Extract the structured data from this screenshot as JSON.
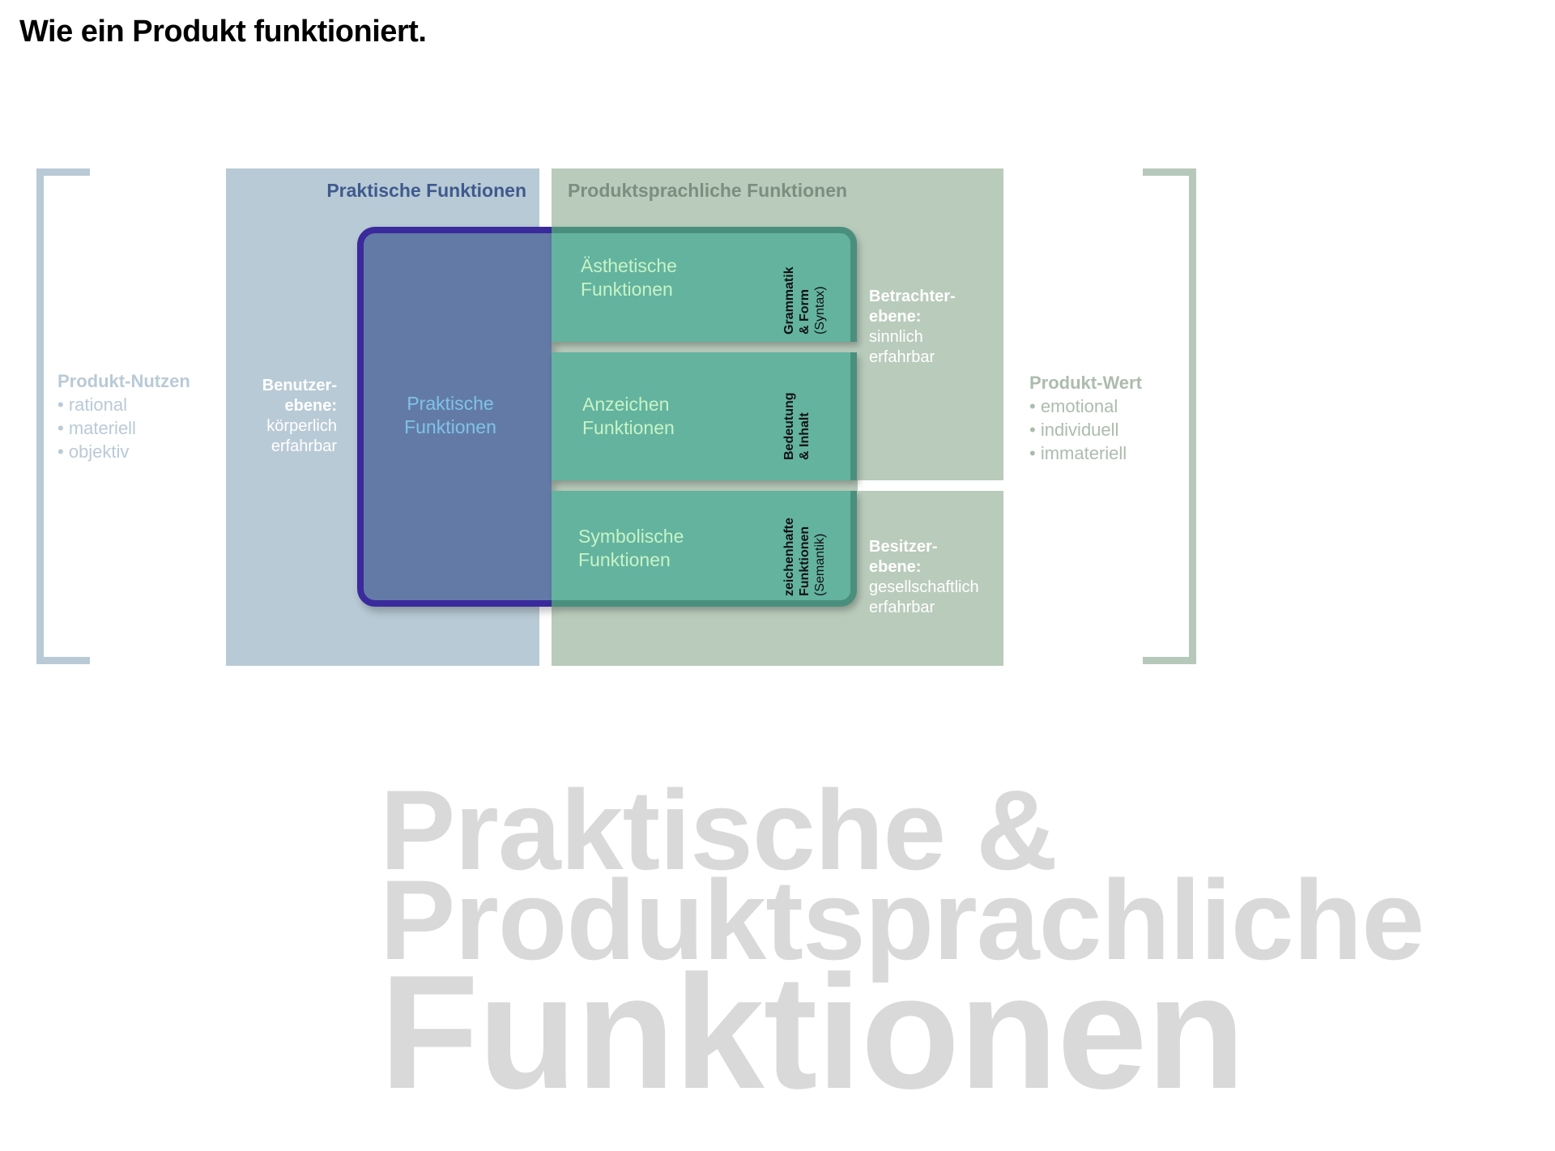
{
  "title": "Wie ein Produkt funktioniert.",
  "diagram": {
    "practical_heading": "Praktische Funktionen",
    "language_heading": "Produktsprachliche Funktionen",
    "practical_box": [
      "Praktische",
      "Funktionen"
    ],
    "user_level": {
      "title": [
        "Benutzer-",
        "ebene:"
      ],
      "lines": [
        "körperlich",
        "erfahrbar"
      ]
    },
    "viewer_level": {
      "title": [
        "Betrachter-",
        "ebene:"
      ],
      "lines": [
        "sinnlich",
        "erfahrbar"
      ]
    },
    "owner_level": {
      "title": [
        "Besitzer-",
        "ebene:"
      ],
      "lines": [
        "gesellschaftlich",
        "erfahrbar"
      ]
    },
    "boxes": [
      {
        "label": [
          "Ästhetische",
          "Funktionen"
        ],
        "vertical": [
          "Grammatik",
          "& Form",
          "(Syntax)"
        ]
      },
      {
        "label": [
          "Anzeichen",
          "Funktionen"
        ],
        "vertical": [
          "Bedeutung",
          "& Inhalt"
        ]
      },
      {
        "label": [
          "Symbolische",
          "Funktionen"
        ],
        "vertical": [
          "zeichenhafte",
          "Funktionen",
          "(Semantik)"
        ]
      }
    ],
    "benefit": {
      "heading": "Produkt-Nutzen",
      "items": [
        "• rational",
        "• materiell",
        "• objektiv"
      ]
    },
    "value": {
      "heading": "Produkt-Wert",
      "items": [
        "• emotional",
        "• individuell",
        "• immateriell"
      ]
    }
  },
  "watermark": [
    "Praktische &",
    "Produktsprachliche",
    "Funktionen"
  ]
}
